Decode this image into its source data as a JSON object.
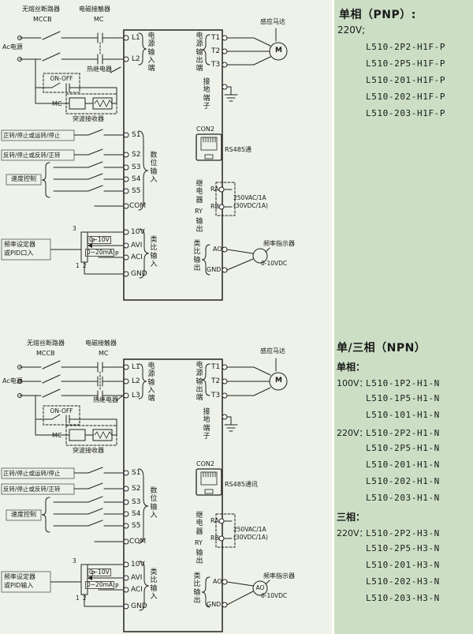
{
  "d1": {
    "breaker_title": "无熔丝断路器",
    "contactor_title": "电磁接触器",
    "mccb": "MCCB",
    "mc": "MC",
    "ac_power": "Ac电源",
    "power_input": "电源输入端",
    "thermal_relay": "热继电器",
    "on_off": "ON-OFF",
    "mc_coil": "MC",
    "surge_absorber": "突波接收器",
    "fwd_stop": "正转/停止或运转/停止",
    "rev_stop": "反转/停止或反转/正转",
    "speed_control": "速度控制",
    "digital_input": "数位输入",
    "freq_setter": "频率设定器",
    "pid_input": "或PID口入",
    "range_v": "0~10V",
    "range_ma": "0~20mA",
    "analog_input": "类比输入",
    "pin3": "3",
    "pin1": "1",
    "pin2": "2",
    "p_a": "P",
    "p_b": "P",
    "l1": "L1",
    "l2": "L2",
    "s1": "S1",
    "s2": "S2",
    "s3": "S3",
    "s4": "S4",
    "s5": "S5",
    "com": "COM",
    "v10": "10V",
    "avi": "AVI",
    "aci": "ACI",
    "gnd_in": "GND",
    "power_output": "电源输出端",
    "t1": "T1",
    "t2": "T2",
    "t3": "T3",
    "motor": "M",
    "motor_label": "感应马达",
    "ground_label": "接地端子",
    "con2": "CON2",
    "rs485": "RS485通",
    "relay": "继电器",
    "ry": "RY",
    "output_word": "输出",
    "ra": "RA",
    "rb": "RB",
    "relay_spec1": "250VAC/1A",
    "relay_spec2": "(30VDC/1A)",
    "analog_output": "类比输出",
    "ao": "AO",
    "gnd_out": "GND",
    "freq_indicator": "频率指示器",
    "vdc": "0-10VDC"
  },
  "d2": {
    "breaker_title": "无熔丝断路器",
    "contactor_title": "电磁接触器",
    "mccb": "MCCB",
    "mc": "MC",
    "ac_power": "Ac电源",
    "power_input": "电源输入端",
    "thermal_relay": "热继电器",
    "on_off": "ON-OFF",
    "mc_coil": "MC",
    "surge_absorber": "突波接收器",
    "fwd_stop": "正转/停止或运转/停止",
    "rev_stop": "反转/停止或反转/正转",
    "speed_control": "速度控制",
    "digital_input": "数位输入",
    "freq_setter": "频率设定器",
    "pid_input": "或PID输入",
    "range_v": "0~10V",
    "range_ma": "0~20mA",
    "analog_input": "类比输入",
    "pin3": "3",
    "pin1": "1",
    "pin2": "2",
    "p_a": "P",
    "p_b": "P",
    "l1": "L1",
    "l2": "L2",
    "l3": "L3",
    "s1": "S1",
    "s2": "S2",
    "s3": "S3",
    "s4": "S4",
    "s5": "S5",
    "com": "COM",
    "v10": "10V",
    "avi": "AVI",
    "aci": "ACI",
    "gnd_in": "GND",
    "power_output": "电源输出端",
    "t1": "T1",
    "t2": "T2",
    "t3": "T3",
    "motor": "M",
    "motor_label": "感应马达",
    "ground_label": "接地端子",
    "con2": "CON2",
    "rs485": "RS485通讯",
    "relay": "继电器",
    "ry": "RY",
    "output_word": "输出",
    "ra": "RA",
    "rb": "RB",
    "relay_spec1": "250VAC/1A",
    "relay_spec2": "(30VDC/1A)",
    "analog_output": "类比输出",
    "ao": "AO",
    "gnd_out": "GND",
    "meter_ao": "AO",
    "freq_indicator": "频率指示器",
    "vdc": "0-10VDC"
  },
  "panel_top": {
    "title": "单相（PNP）:",
    "voltage": "220V;",
    "models": [
      "L510-2P2-H1F-P",
      "L510-2P5-H1F-P",
      "L510-201-H1F-P",
      "L510-202-H1F-P",
      "L510-203-H1F-P"
    ]
  },
  "panel_bottom": {
    "title": "单/三相（NPN）",
    "single_heading": "单相：",
    "three_heading": "三相：",
    "single_rows": [
      {
        "prefix": "100V：",
        "model": "L510-1P2-H1-N"
      },
      {
        "prefix": "",
        "model": "L510-1P5-H1-N"
      },
      {
        "prefix": "",
        "model": "L510-101-H1-N"
      },
      {
        "prefix": "220V：",
        "model": "L510-2P2-H1-N"
      },
      {
        "prefix": "",
        "model": "L510-2P5-H1-N"
      },
      {
        "prefix": "",
        "model": "L510-201-H1-N"
      },
      {
        "prefix": "",
        "model": "L510-202-H1-N"
      },
      {
        "prefix": "",
        "model": "L510-203-H1-N"
      }
    ],
    "three_rows": [
      {
        "prefix": "220V：",
        "model": "L510-2P2-H3-N"
      },
      {
        "prefix": "",
        "model": "L510-2P5-H3-N"
      },
      {
        "prefix": "",
        "model": "L510-201-H3-N"
      },
      {
        "prefix": "",
        "model": "L510-202-H3-N"
      },
      {
        "prefix": "",
        "model": "L510-203-H3-N"
      }
    ]
  }
}
